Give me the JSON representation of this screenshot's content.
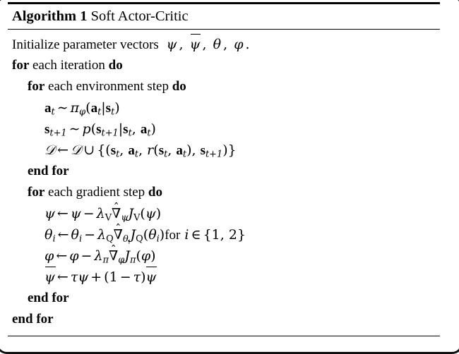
{
  "document": {
    "type": "algorithm-pseudocode-float",
    "title_keyword": "Algorithm 1",
    "title_name": "Soft Actor-Critic",
    "background_color": "#ffffff",
    "text_color": "#000000",
    "rules": {
      "top_rule": "thick",
      "title_rule": "thin",
      "bottom_rule": "thin"
    }
  },
  "algorithm": {
    "lines": [
      {
        "id": "line-init",
        "indent": 0,
        "text": "Initialize parameter vectors psi, psi-bar, theta, phi.",
        "keywords": []
      },
      {
        "id": "line-for-iteration",
        "indent": 0,
        "text": "for each iteration do",
        "keywords": [
          "for",
          "do"
        ]
      },
      {
        "id": "line-for-env-step",
        "indent": 1,
        "text": "for each environment step do",
        "keywords": [
          "for",
          "do"
        ]
      },
      {
        "id": "line-sample-action",
        "indent": 2,
        "text": "a_t ~ pi_phi(a_t | s_t)",
        "keywords": []
      },
      {
        "id": "line-sample-state",
        "indent": 2,
        "text": "s_{t+1} ~ p(s_{t+1} | s_t, a_t)",
        "keywords": []
      },
      {
        "id": "line-buffer-update",
        "indent": 2,
        "text": "D <- D union {(s_t, a_t, r(s_t, a_t), s_{t+1})}",
        "keywords": []
      },
      {
        "id": "line-end-for-env",
        "indent": 1,
        "text": "end for",
        "keywords": [
          "end for"
        ]
      },
      {
        "id": "line-for-gradient-step",
        "indent": 1,
        "text": "for each gradient step do",
        "keywords": [
          "for",
          "do"
        ]
      },
      {
        "id": "line-update-psi",
        "indent": 2,
        "text": "psi <- psi - lambda_V grad-hat_psi J_V(psi)",
        "keywords": []
      },
      {
        "id": "line-update-theta",
        "indent": 2,
        "text": "theta_i <- theta_i - lambda_Q grad-hat_{theta_i} J_Q(theta_i) for i in {1,2}",
        "keywords": []
      },
      {
        "id": "line-update-phi",
        "indent": 2,
        "text": "phi <- phi - lambda_pi grad-hat_phi J_pi(phi)",
        "keywords": []
      },
      {
        "id": "line-update-target",
        "indent": 2,
        "text": "psi-bar <- tau psi + (1 - tau) psi-bar",
        "keywords": []
      },
      {
        "id": "line-end-for-gradient",
        "indent": 1,
        "text": "end for",
        "keywords": [
          "end for"
        ]
      },
      {
        "id": "line-end-for-iteration",
        "indent": 0,
        "text": "end for",
        "keywords": [
          "end for"
        ]
      }
    ],
    "labels": {
      "initialize": "Initialize parameter vectors",
      "for": "for",
      "do": "do",
      "end_for": "end for",
      "each_iteration": "each iteration",
      "each_environment_step": "each environment step",
      "each_gradient_step": "each gradient step",
      "for_lower": "for",
      "in_set": "{1, 2}",
      "period": "."
    },
    "symbols": {
      "psi": "ψ",
      "psi_bar": "ψ̄",
      "theta": "θ",
      "phi": "φ",
      "pi": "π",
      "tau": "τ",
      "lambda": "λ",
      "nabla_hat": "∇̂",
      "script_d": "𝒟",
      "arrow_left": "←",
      "sim": "∼",
      "union": "∪",
      "element_of": "∈",
      "minus": "−",
      "plus": "+",
      "mid": "|",
      "comma": ","
    }
  }
}
